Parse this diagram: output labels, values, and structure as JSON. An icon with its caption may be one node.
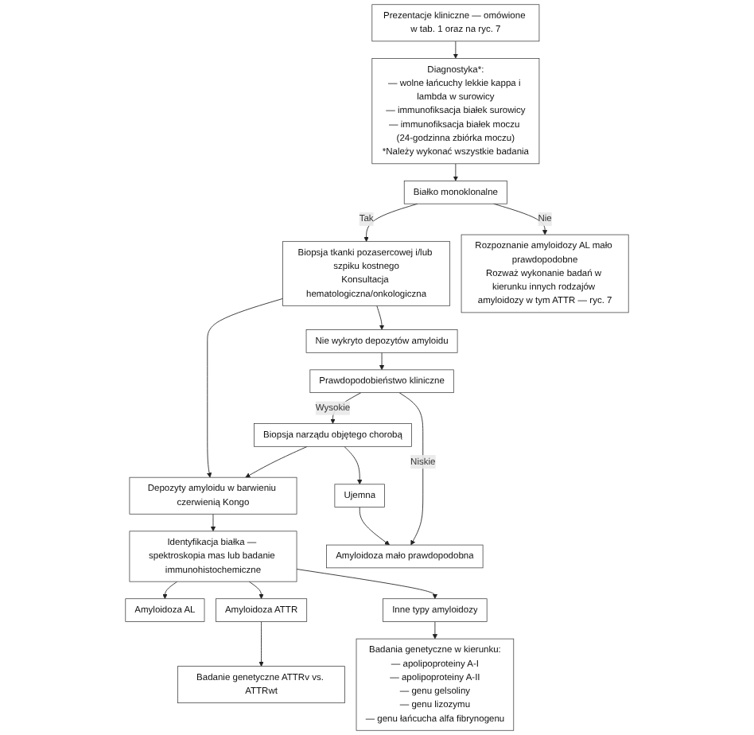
{
  "diagram": {
    "nodes": [
      {
        "text": [
          "Prezentacje kliniczne — omówione w tab. 1 oraz na ryc. 7"
        ]
      },
      {
        "text": [
          "Diagnostyka*:",
          "— wolne łańcuchy lekkie kappa i lambda w surowicy",
          "— immunofiksacja białek surowicy",
          "— immunofiksacja białek moczu (24-godzinna zbiórka moczu)",
          "*Należy wykonać wszystkie badania"
        ]
      },
      {
        "text": [
          "Białko monoklonalne"
        ]
      },
      {
        "text": [
          "Biopsja tkanki pozasercowej i/lub szpiku kostnego",
          "Konsultacja hematologiczna/onkologiczna"
        ]
      },
      {
        "text": [
          "Rozpoznanie amyloidozy AL mało prawdopodobne",
          "Rozważ wykonanie badań w kierunku innych rodzajów amyloidozy w tym ATTR — ryc. 7"
        ]
      },
      {
        "text": [
          "Depozyty amyloidu w barwieniu czerwienią Kongo"
        ]
      },
      {
        "text": [
          "Nie wykryto depozytów amyloidu"
        ]
      },
      {
        "text": [
          "Identyfikacja białka — spektroskopia mas lub badanie immunohistochemiczne"
        ]
      },
      {
        "text": [
          "Prawdopodobieństwo kliniczne"
        ]
      },
      {
        "text": [
          "Amyloidoza AL"
        ]
      },
      {
        "text": [
          "Amyloidoza ATTR"
        ]
      },
      {
        "text": [
          "Inne typy amyloidozy"
        ]
      },
      {
        "text": [
          "Biopsja narządu objętego chorobą"
        ]
      },
      {
        "text": [
          "Amyloidoza mało prawdopodobna"
        ]
      },
      {
        "text": [
          "Badanie genetyczne ATTRv vs. ATTRwt"
        ]
      },
      {
        "text": [
          "Ujemna"
        ]
      },
      {
        "text": [
          "Badania genetyczne w kierunku:",
          "— apolipoproteiny A-I",
          "— apolipoproteiny A-II",
          "— genu gelsoliny",
          "— genu lizozymu",
          "— genu łańcucha alfa fibrynogenu"
        ]
      }
    ],
    "edges": [
      {
        "from": 0,
        "to": 1,
        "arrow": "to"
      },
      {
        "from": 1,
        "to": 2,
        "arrow": "to"
      },
      {
        "from": 2,
        "to": 3,
        "arrow": "to",
        "label": "Tak"
      },
      {
        "from": 2,
        "to": 4,
        "arrow": "to",
        "label": "Nie"
      },
      {
        "from": 3,
        "to": 5,
        "arrow": "to"
      },
      {
        "from": 3,
        "to": 6,
        "arrow": "to"
      },
      {
        "from": 5,
        "to": 7,
        "arrow": "to"
      },
      {
        "from": 6,
        "to": 8,
        "arrow": "to"
      },
      {
        "from": 7,
        "to": 9,
        "arrow": "to"
      },
      {
        "from": 7,
        "to": 10,
        "arrow": "to"
      },
      {
        "from": 7,
        "to": 11,
        "arrow": "to"
      },
      {
        "from": 8,
        "to": 12,
        "arrow": "to",
        "label": "Wysokie"
      },
      {
        "from": 8,
        "to": 13,
        "arrow": "to",
        "label": "Niskie"
      },
      {
        "from": 12,
        "to": 5,
        "arrow": "to"
      },
      {
        "from": 10,
        "to": 14,
        "arrow": "to"
      },
      {
        "from": 11,
        "to": 16,
        "arrow": "to"
      },
      {
        "from": 12,
        "to": 15,
        "arrow": "to"
      },
      {
        "from": 15,
        "to": 13,
        "arrow": "to"
      }
    ]
  }
}
